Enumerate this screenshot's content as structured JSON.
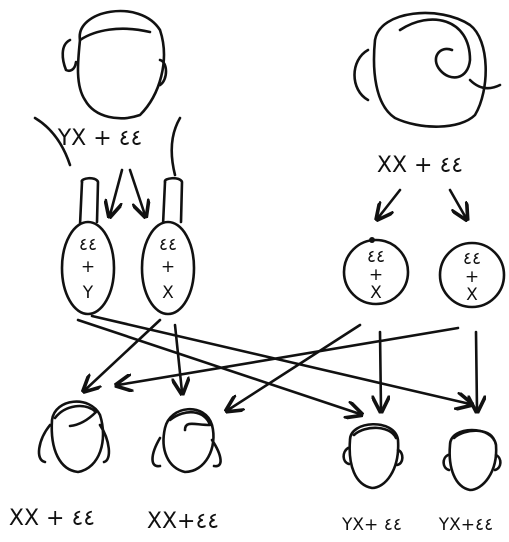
{
  "parents": {
    "father": {
      "label": "YX + ٤٤",
      "sperm": [
        {
          "chroms": [
            "٤٤",
            "+",
            "Y"
          ]
        },
        {
          "chroms": [
            "٤٤",
            "+",
            "X"
          ]
        }
      ]
    },
    "mother": {
      "label": "XX + ٤٤",
      "eggs": [
        {
          "chroms": [
            "٤٤",
            "+",
            "X"
          ]
        },
        {
          "chroms": [
            "٤٤",
            "+",
            "X"
          ]
        }
      ]
    }
  },
  "children": [
    {
      "sex": "female",
      "label": "XX + ٤٤"
    },
    {
      "sex": "female",
      "label": "XX+٤٤"
    },
    {
      "sex": "male",
      "label": "YX+ ٤٤"
    },
    {
      "sex": "male",
      "label": "YX+٤٤"
    }
  ]
}
